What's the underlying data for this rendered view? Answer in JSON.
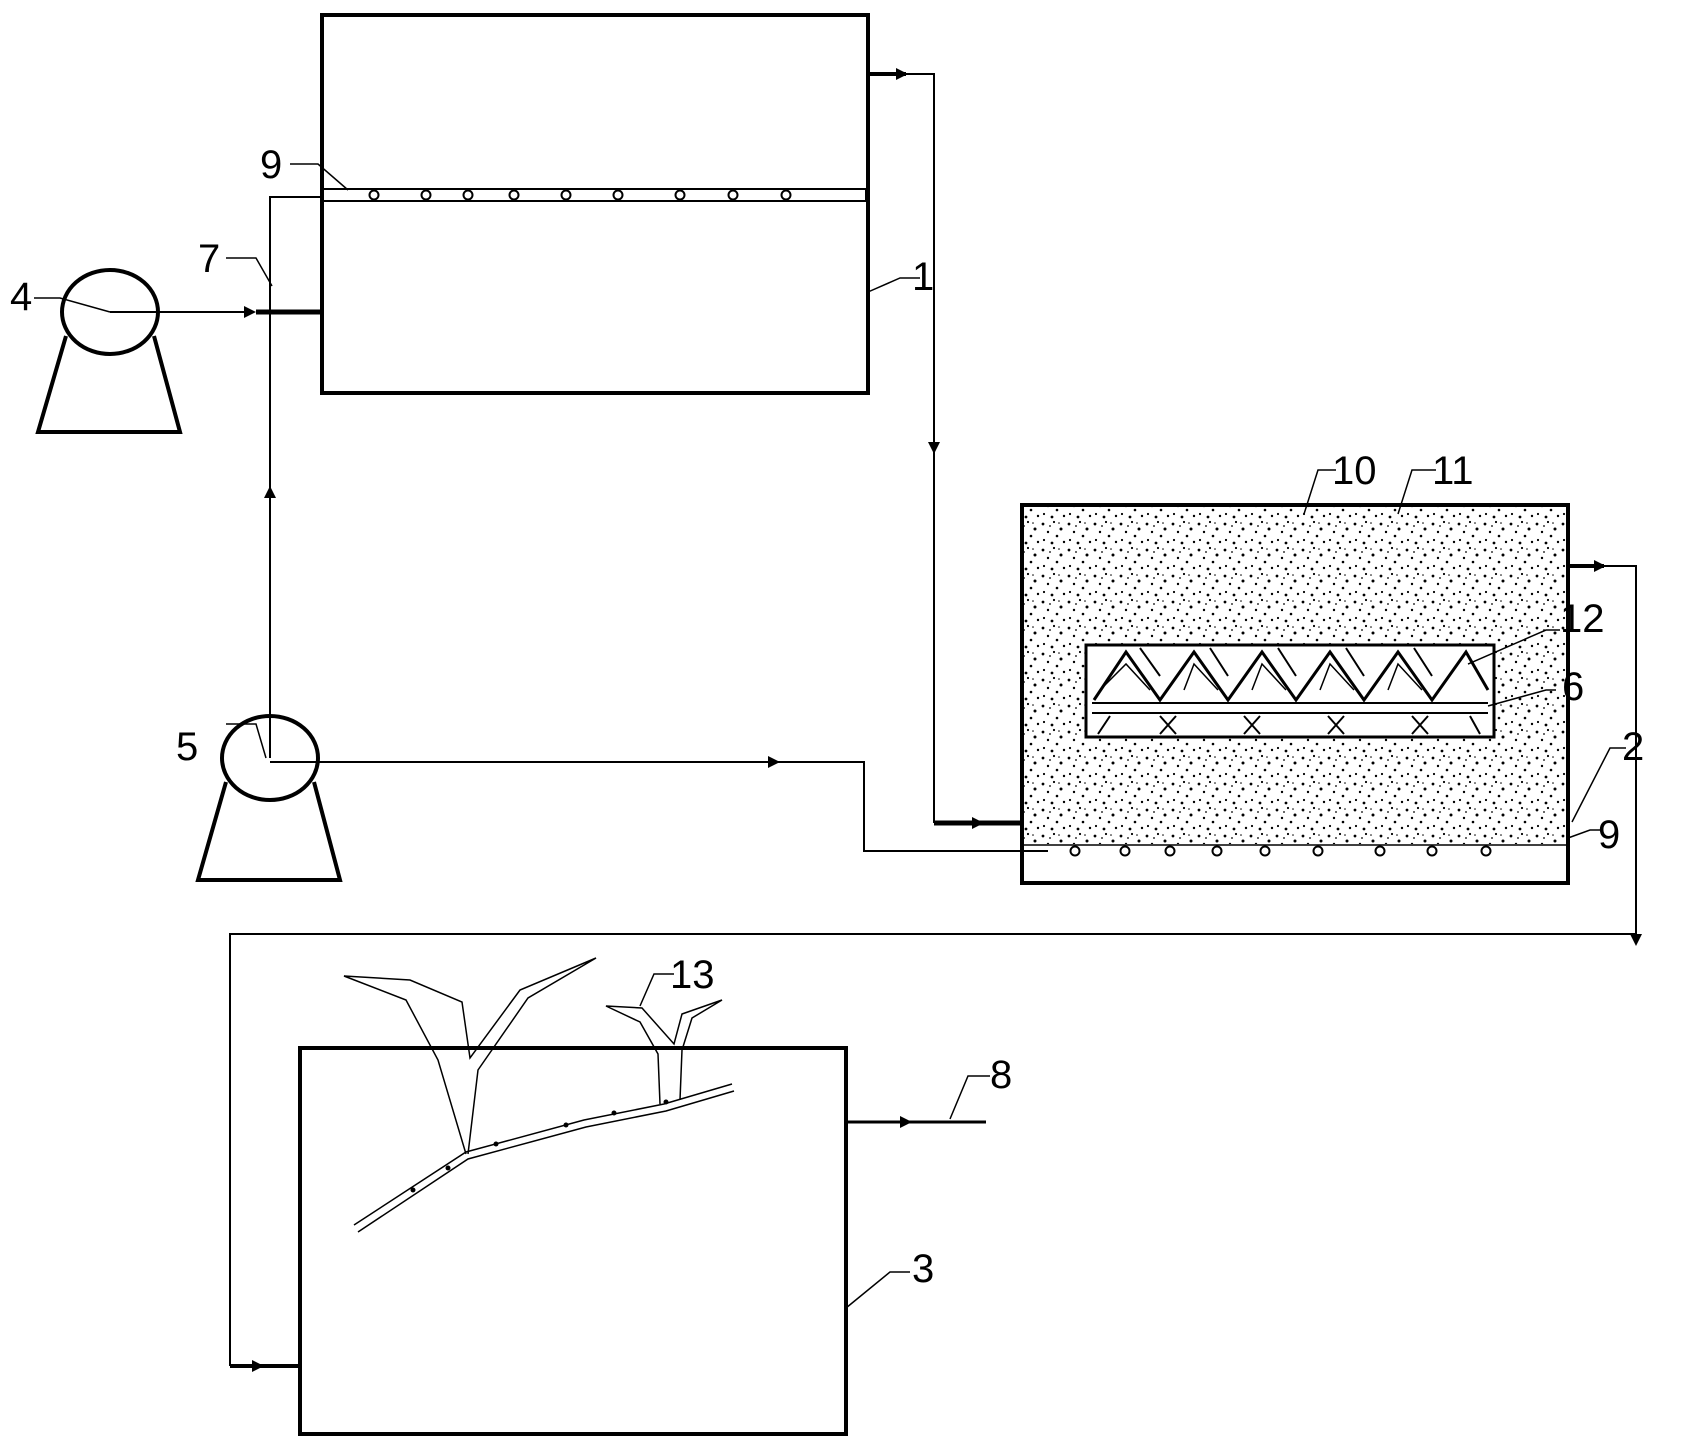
{
  "labels": {
    "tank1": "1",
    "tank2": "2",
    "tank3": "3",
    "pump4": "4",
    "pump5": "5",
    "part6": "6",
    "part7": "7",
    "outlet8": "8",
    "aerator9_top": "9",
    "aerator9_bottom": "9",
    "part10": "10",
    "part11": "11",
    "part12": "12",
    "plant13": "13"
  },
  "colors": {
    "stroke": "#000000",
    "background": "#ffffff",
    "fill_speckle": "#000000"
  },
  "icons": [
    "pump-icon",
    "aerator-pipe",
    "packing-module",
    "plant-icon",
    "flow-arrow"
  ]
}
